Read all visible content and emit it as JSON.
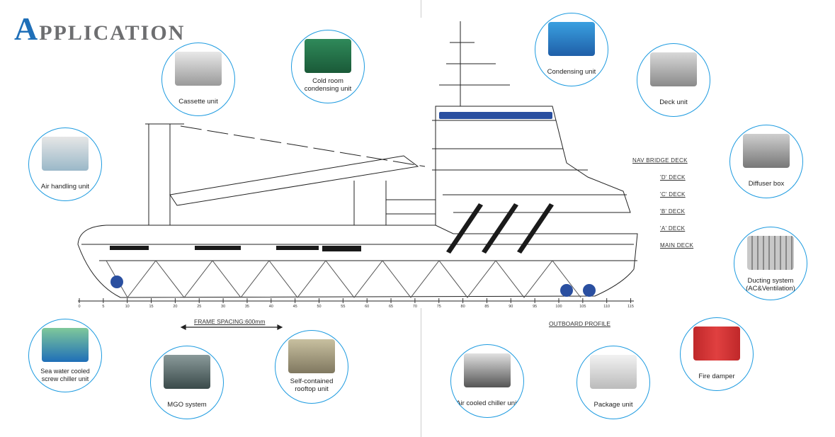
{
  "title": {
    "initial": "A",
    "rest": "PPLICATION"
  },
  "accent": "#1e9be0",
  "applications": [
    {
      "label": "Cassette unit"
    },
    {
      "label": "Cold room condensing unit"
    },
    {
      "label": "Condensing unit"
    },
    {
      "label": "Deck unit"
    },
    {
      "label": "Diffuser box"
    },
    {
      "label": "Air handling unit"
    },
    {
      "label": "Ducting system (AC&Ventilation)"
    },
    {
      "label": "Sea water cooled screw chiller unit"
    },
    {
      "label": "MGO system"
    },
    {
      "label": "Self-contained rooftop unit"
    },
    {
      "label": "Air cooled chiller unit"
    },
    {
      "label": "Package unit"
    },
    {
      "label": "Fire damper"
    }
  ],
  "decks": [
    "NAV  BRIDGE DECK",
    "'D' DECK",
    "'C' DECK",
    "'B' DECK",
    "'A' DECK",
    "MAIN DECK"
  ],
  "frame_spacing": "FRAME  SPACING:600mm",
  "outboard_profile": "OUTBOARD  PROFILE",
  "frame_scale": [
    0,
    5,
    10,
    15,
    20,
    25,
    30,
    35,
    40,
    45,
    50,
    55,
    60,
    65,
    70,
    75,
    80,
    85,
    90,
    95,
    100,
    105,
    110,
    115
  ]
}
